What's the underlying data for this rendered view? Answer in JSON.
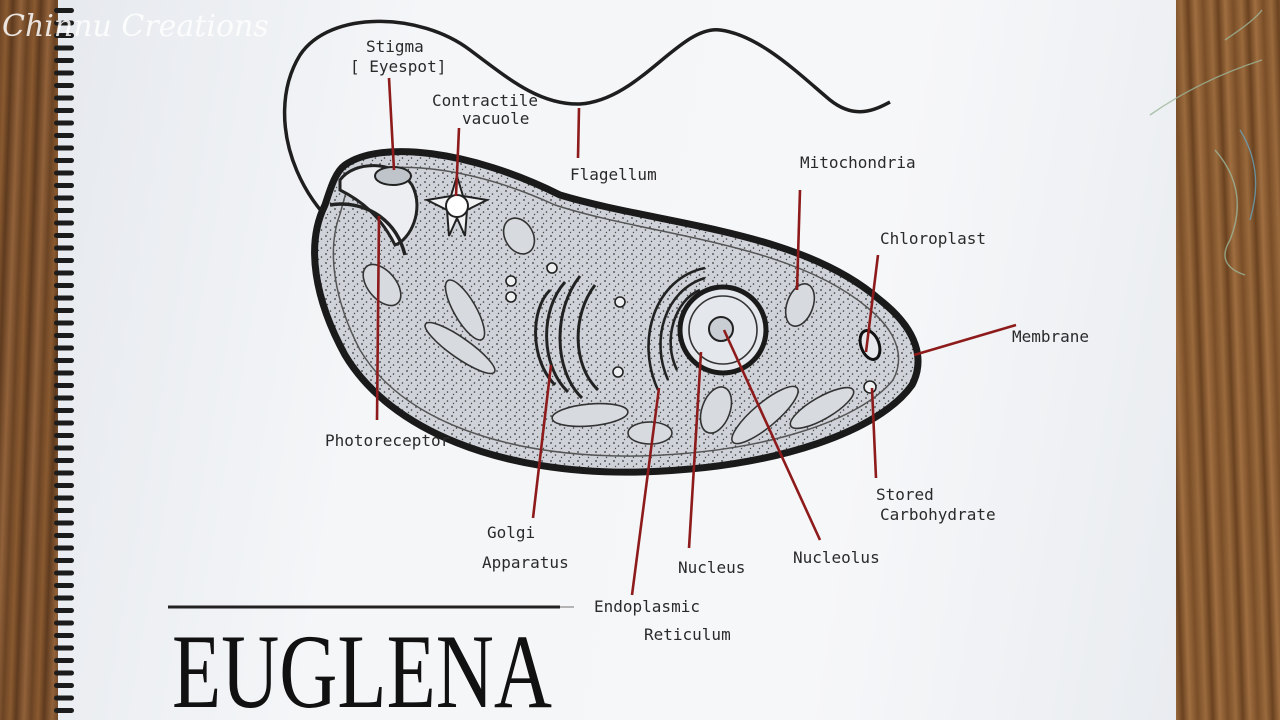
{
  "watermark": "Chinnu Creations",
  "title": "EUGLENA",
  "labels": {
    "stigma": "Stigma",
    "eyespot": "[ Eyespot]",
    "contractile_1": "Contractile",
    "contractile_2": "vacuole",
    "flagellum": "Flagellum",
    "mitochondria": "Mitochondria",
    "chloroplast": "Chloroplast",
    "membrane": "Membrane",
    "photoreceptor": "Photoreceptor",
    "stored_1": "Stored",
    "stored_2": "Carbohydrate",
    "golgi_1": "Golgi",
    "golgi_2": "Apparatus",
    "nucleus": "Nucleus",
    "nucleolus": "Nucleolus",
    "er_1": "Endoplasmic",
    "er_2": "Reticulum"
  },
  "colors": {
    "leader_lines": "#8e1b1b",
    "ink": "#1e1e1e",
    "paper": "#f4f6f8",
    "wood": "#7a4e2a"
  }
}
